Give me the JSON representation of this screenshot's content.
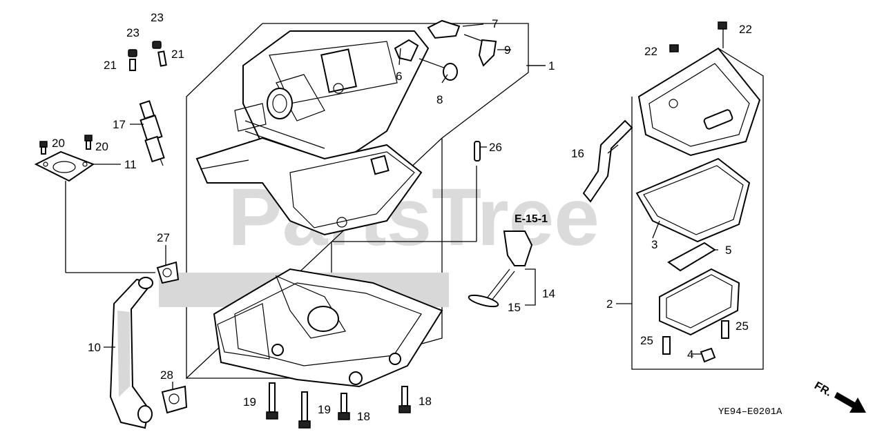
{
  "watermark": "PartsTree",
  "figure_code": "YE94–E0201A",
  "front_indicator": "FR.",
  "reference": "E-15-1",
  "callouts": {
    "c1": "1",
    "c2": "2",
    "c3": "3",
    "c4": "4",
    "c5": "5",
    "c6": "6",
    "c7": "7",
    "c8": "8",
    "c9": "9",
    "c10": "10",
    "c11": "11",
    "c14": "14",
    "c15": "15",
    "c16": "16",
    "c17": "17",
    "c18a": "18",
    "c18b": "18",
    "c19a": "19",
    "c19b": "19",
    "c20a": "20",
    "c20b": "20",
    "c21a": "21",
    "c21b": "21",
    "c22a": "22",
    "c22b": "22",
    "c23a": "23",
    "c23b": "23",
    "c25a": "25",
    "c25b": "25",
    "c26": "26",
    "c27": "27",
    "c28": "28"
  }
}
